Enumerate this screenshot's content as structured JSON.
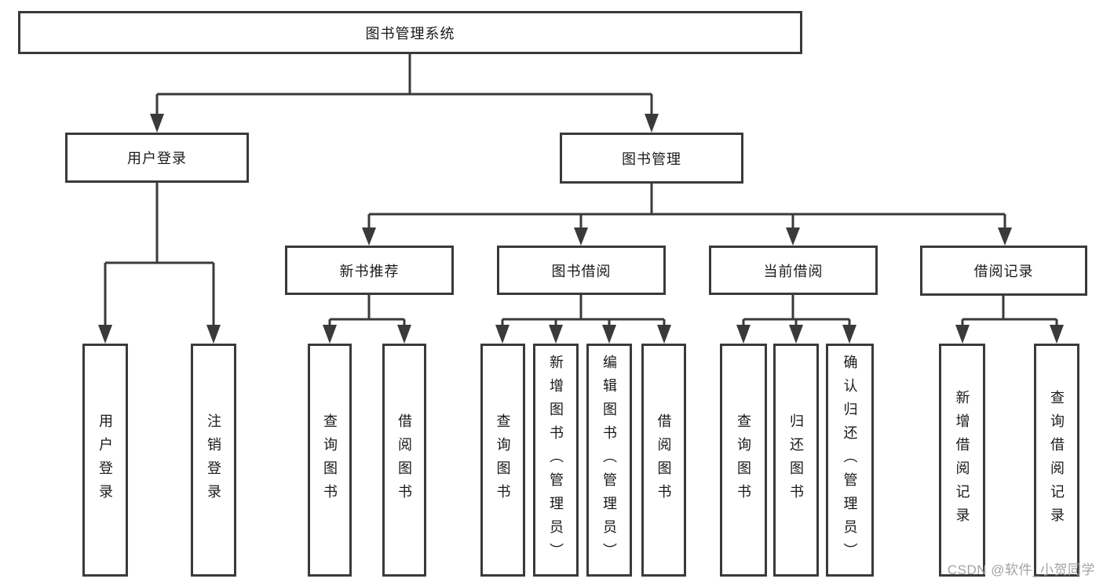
{
  "tree": {
    "label": "图书管理系统",
    "children": [
      {
        "label": "用户登录",
        "children": [
          {
            "label": "用户登录"
          },
          {
            "label": "注销登录"
          }
        ]
      },
      {
        "label": "图书管理",
        "children": [
          {
            "label": "新书推荐",
            "children": [
              {
                "label": "查询图书"
              },
              {
                "label": "借阅图书"
              }
            ]
          },
          {
            "label": "图书借阅",
            "children": [
              {
                "label": "查询图书"
              },
              {
                "label": "新增图书（管理员）"
              },
              {
                "label": "编辑图书（管理员）"
              },
              {
                "label": "借阅图书"
              }
            ]
          },
          {
            "label": "当前借阅",
            "children": [
              {
                "label": "查询图书"
              },
              {
                "label": "归还图书"
              },
              {
                "label": "确认归还（管理员）"
              }
            ]
          },
          {
            "label": "借阅记录",
            "children": [
              {
                "label": "新增借阅记录"
              },
              {
                "label": "查询借阅记录"
              }
            ]
          }
        ]
      }
    ]
  },
  "watermark": "CSDN @软件_小贺同学",
  "colors": {
    "line": "#3a3a3a",
    "text": "#1a1a1a",
    "watermark": "#a3a3a3",
    "background": "#ffffff"
  }
}
